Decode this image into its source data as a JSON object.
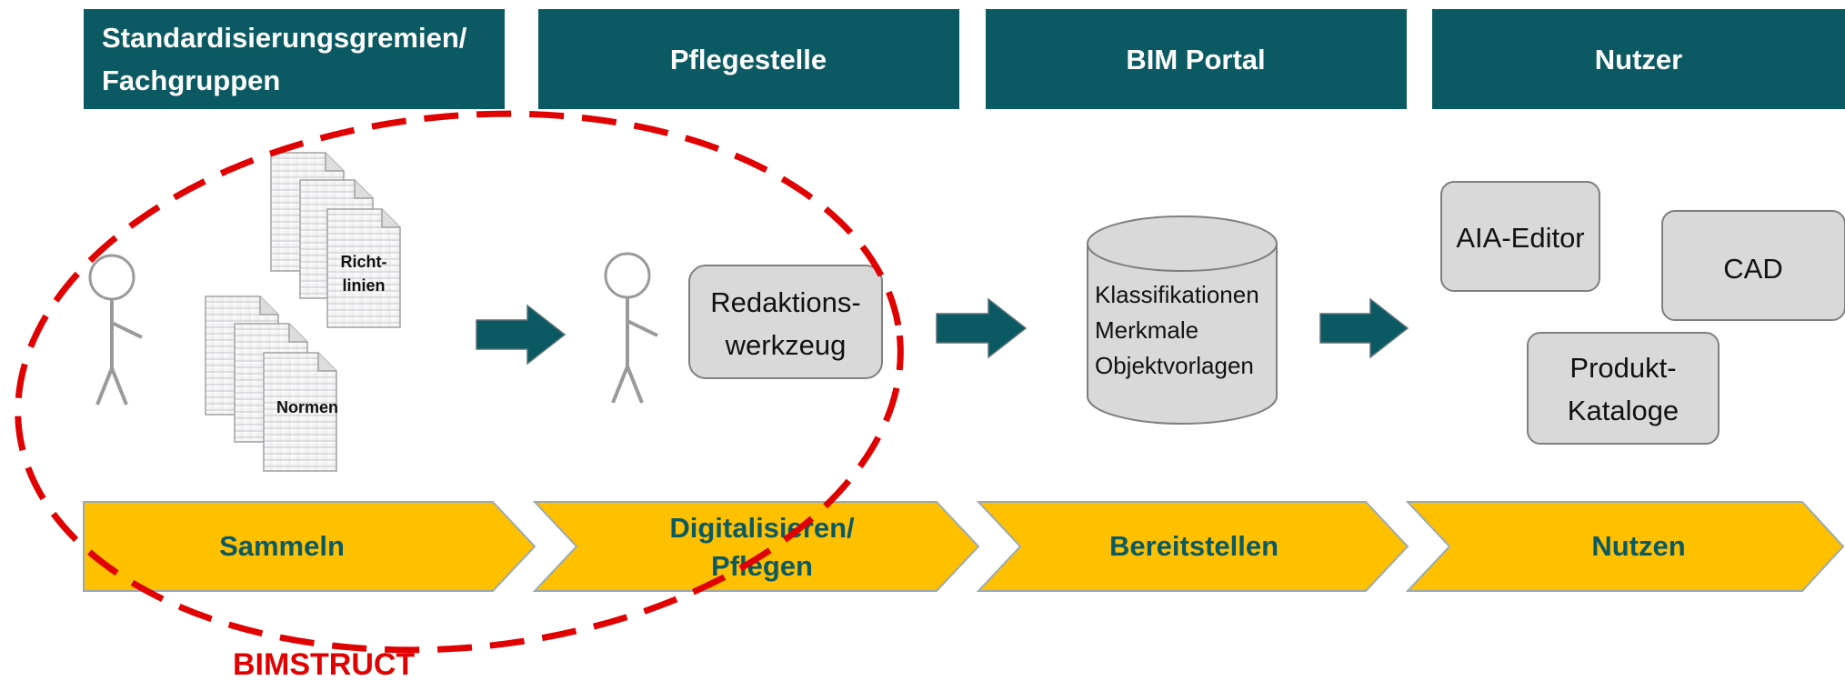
{
  "headers": [
    {
      "line1": "Standardisierungsgremien/",
      "line2": "Fachgruppen"
    },
    {
      "line1": "Pflegestelle"
    },
    {
      "line1": "BIM Portal"
    },
    {
      "line1": "Nutzer"
    }
  ],
  "stages": [
    {
      "line1": "Sammeln"
    },
    {
      "line1": "Digitalisieren/",
      "line2": "Pflegen"
    },
    {
      "line1": "Bereitstellen"
    },
    {
      "line1": "Nutzen"
    }
  ],
  "documents": {
    "richtlinien": {
      "line1": "Richt-",
      "line2": "linien"
    },
    "normen": {
      "line1": "Normen"
    }
  },
  "tool": {
    "line1": "Redaktions-",
    "line2": "werkzeug"
  },
  "database": {
    "line1": "Klassifikationen",
    "line2": "Merkmale",
    "line3": "Objektvorlagen"
  },
  "user_tools": {
    "aia": "AIA-Editor",
    "cad": "CAD",
    "produkt": {
      "line1": "Produkt-",
      "line2": "Kataloge"
    }
  },
  "bimstruct": "BIMSTRUCT",
  "colors": {
    "header_bg": "#0b5a63",
    "stage_fill": "#ffc000",
    "stage_stroke": "#9aa9b2",
    "stage_text": "#0b5a63",
    "arrow": "#0b5a63",
    "box_fill": "#d9d9d9",
    "highlight": "#e00000"
  }
}
